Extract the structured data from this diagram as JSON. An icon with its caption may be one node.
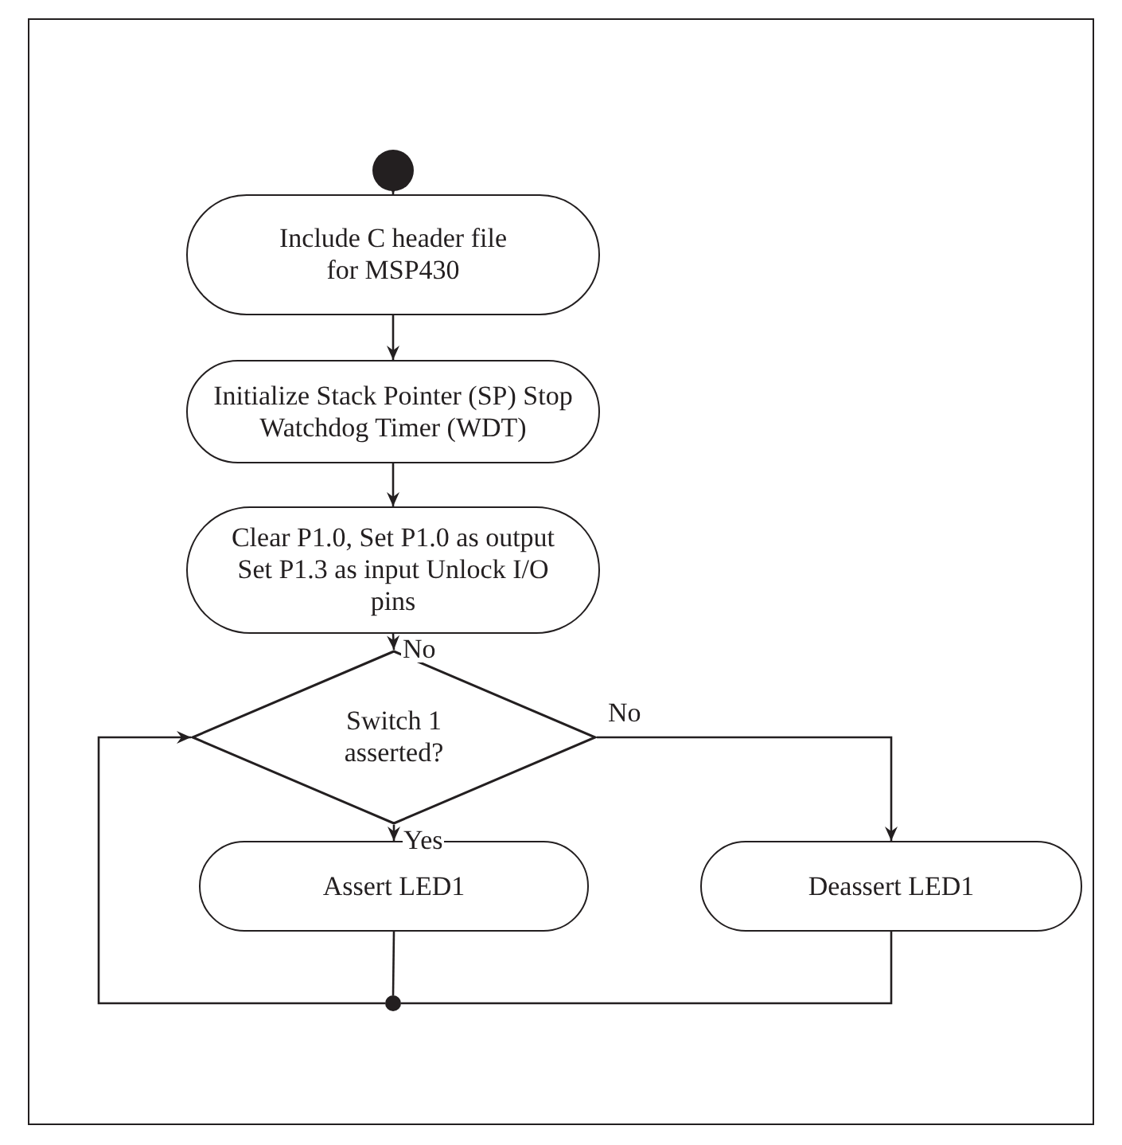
{
  "diagram": {
    "nodes": [
      {
        "text": [],
        "shape": "circle"
      },
      {
        "text": [
          "Include C header file for MSP430"
        ]
      },
      {
        "text": [
          "Initialize Stack Pointer (SP) Stop Watchdog Timer (WDT)"
        ]
      },
      {
        "text": [
          "Clear P1.0, Set P1.0 as output Set P1.3 as input Unlock I/O pins"
        ]
      },
      {
        "text": [
          "Switch 1 asserted?"
        ]
      },
      {
        "text": [
          "Assert LED1"
        ]
      },
      {
        "text": [
          "Deassert LED1"
        ]
      },
      {
        "text": [],
        "shape": "circle"
      }
    ],
    "edges": [
      {
        "from": 0,
        "to": 1,
        "arrow": "to"
      },
      {
        "from": 1,
        "to": 2,
        "arrow": "to"
      },
      {
        "from": 2,
        "to": 3,
        "arrow": "to"
      },
      {
        "from": 3,
        "to": 4,
        "arrow": "to",
        "label": "No"
      },
      {
        "from": 4,
        "to": 6,
        "arrow": "to",
        "label": "No"
      },
      {
        "from": 4,
        "to": 5,
        "arrow": "to",
        "label": "Yes"
      },
      {
        "from": 5,
        "to": 7,
        "arrow": "none"
      },
      {
        "from": 6,
        "to": 7,
        "arrow": "none"
      },
      {
        "from": 7,
        "to": 4,
        "arrow": "to"
      }
    ]
  }
}
